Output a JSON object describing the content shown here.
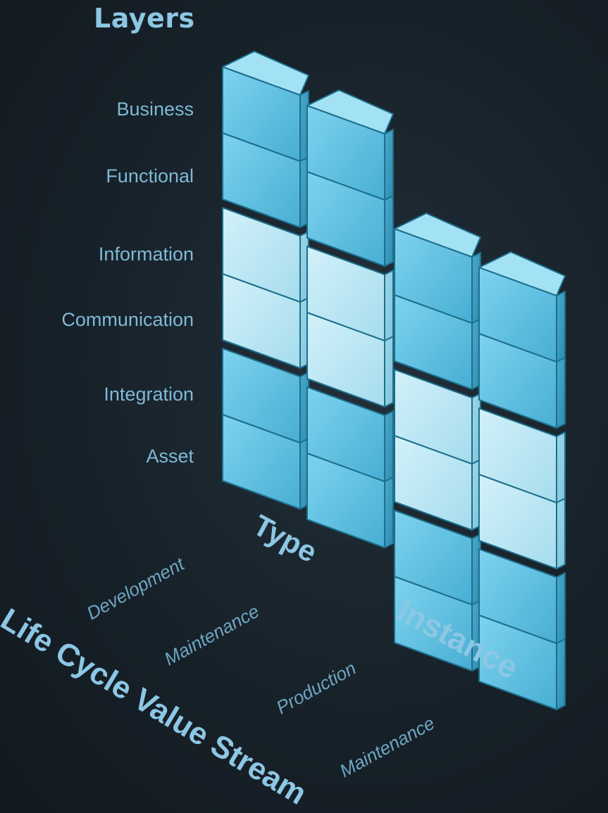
{
  "title": "Layers",
  "layers": [
    "Business",
    "Functional",
    "Information",
    "Communication",
    "Integration",
    "Asset"
  ],
  "axes": {
    "type": "Type",
    "instance": "Instance",
    "life_cycle": "Life Cycle Value Stream"
  },
  "stages": {
    "development": "Development",
    "maintenance_1": "Maintenance",
    "production": "Production",
    "maintenance_2": "Maintenance"
  },
  "colors": {
    "background": "#172129",
    "label": "#7fb9d6",
    "axis": "#8cc7e4",
    "cube_outer": "#66c3e2",
    "cube_middle": "#bfe8f4",
    "cube_edge": "#1d6f8c"
  }
}
